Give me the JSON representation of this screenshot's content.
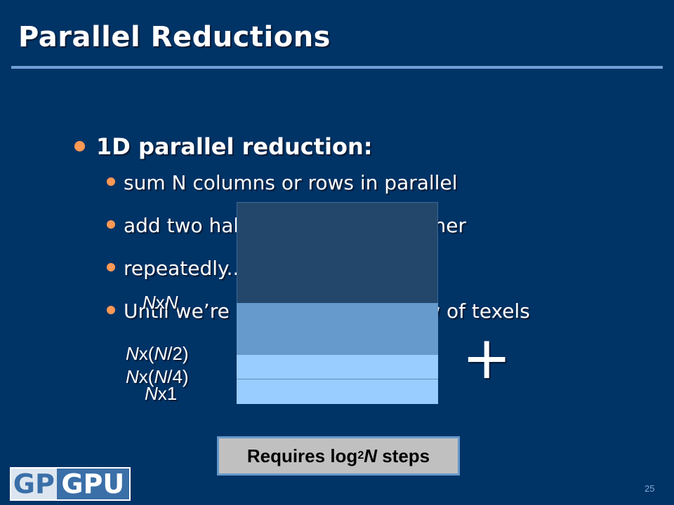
{
  "slide": {
    "title": "Parallel Reductions",
    "bullets": {
      "main": "1D parallel reduction:",
      "sub": [
        "sum N columns or rows in parallel",
        "add two halves of texture together",
        "repeatedly...",
        "Until we’re left with a single row of texels"
      ]
    },
    "labels": {
      "nxn_a": "N",
      "nxn_x": "x",
      "nxn_b": "N",
      "half_a": "N",
      "half_mid": "x(",
      "half_b": "N",
      "half_end": "/2)",
      "quarter_a": "N",
      "quarter_mid": "x(",
      "quarter_b": "N",
      "quarter_end": "/4)",
      "one_a": "N",
      "one_end": "x1"
    },
    "plus": "+",
    "note": {
      "pre": "Requires log",
      "sub": "2",
      "n": "N",
      "post": " steps"
    },
    "logo": {
      "part1": "GP",
      "part2": "GPU"
    },
    "page_number": "25"
  },
  "colors": {
    "background": "#003366",
    "bullet": "#ff9955",
    "block_dark": "#23476b",
    "block_mid": "#6699cc",
    "block_light": "#99ccff"
  }
}
